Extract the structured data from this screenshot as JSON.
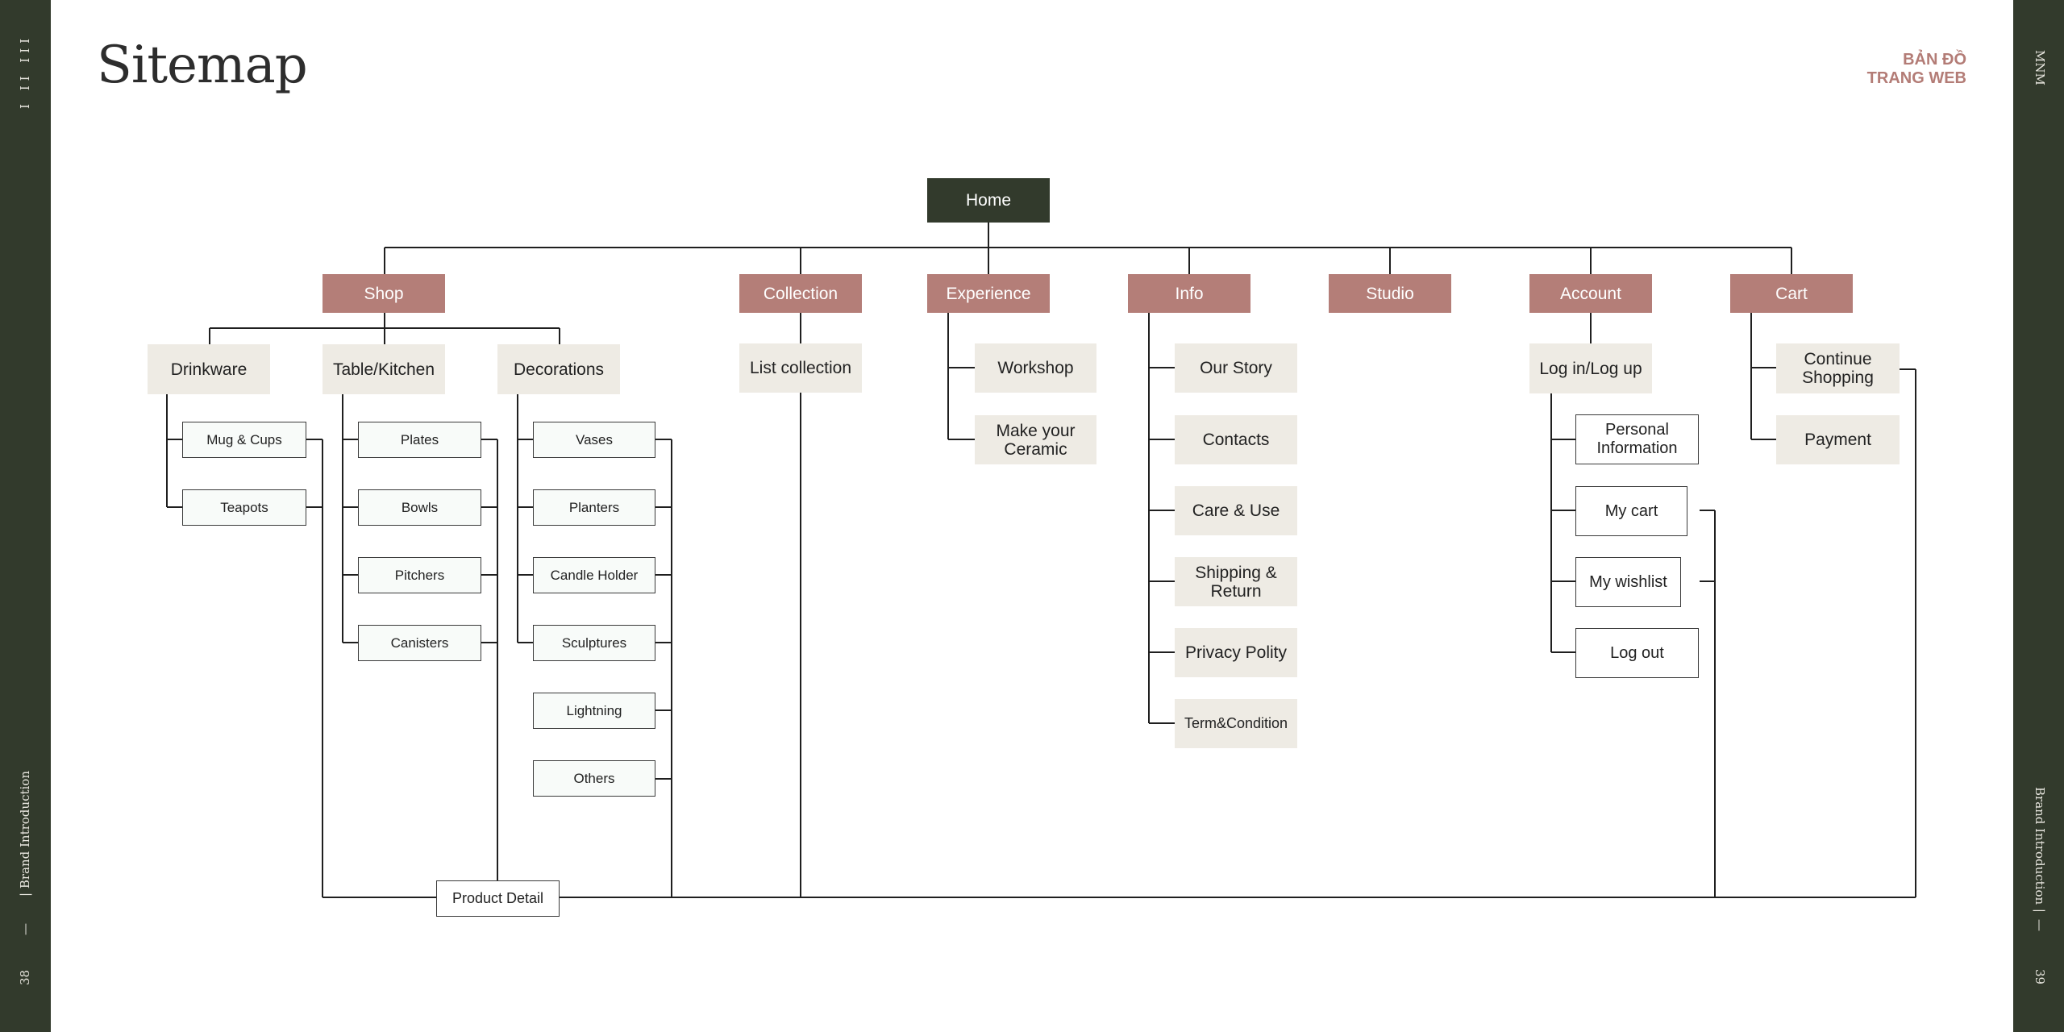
{
  "title": "Sitemap",
  "corner": {
    "line1": "BẢN ĐỒ",
    "line2": "TRANG WEB"
  },
  "left_bar": {
    "roman_top": "I  II  III",
    "section": "|  Brand Introduction",
    "dash": "—",
    "page": "38"
  },
  "right_bar": {
    "brand_top": "MNM",
    "section": "Brand Introduction  |",
    "dash": "—",
    "page": "39"
  },
  "home": "Home",
  "main": {
    "shop": "Shop",
    "collection": "Collection",
    "experience": "Experience",
    "info": "Info",
    "studio": "Studio",
    "account": "Account",
    "cart": "Cart"
  },
  "shop": {
    "drinkware": "Drinkware",
    "table_kitchen": "Table/Kitchen",
    "decorations": "Decorations",
    "drinkware_items": [
      "Mug & Cups",
      "Teapots"
    ],
    "table_items": [
      "Plates",
      "Bowls",
      "Pitchers",
      "Canisters"
    ],
    "decor_items": [
      "Vases",
      "Planters",
      "Candle Holder",
      "Sculptures",
      "Lightning",
      "Others"
    ],
    "product_detail": "Product Detail"
  },
  "collection": {
    "list": "List collection"
  },
  "experience": {
    "workshop": "Workshop",
    "ceramic": "Make your Ceramic"
  },
  "info": {
    "items": [
      "Our Story",
      "Contacts",
      "Care & Use",
      "Shipping & Return",
      "Privacy Polity",
      "Term&Condition"
    ]
  },
  "account": {
    "login": "Log in/Log up",
    "items": [
      "Personal Information",
      "My cart",
      "My wishlist",
      "Log out"
    ]
  },
  "cart": {
    "continue": "Continue Shopping",
    "payment": "Payment"
  },
  "colors": {
    "dark": "#323a2c",
    "rose": "#b47e78",
    "beige": "#eeebe4",
    "line": "#1f1f1f"
  }
}
